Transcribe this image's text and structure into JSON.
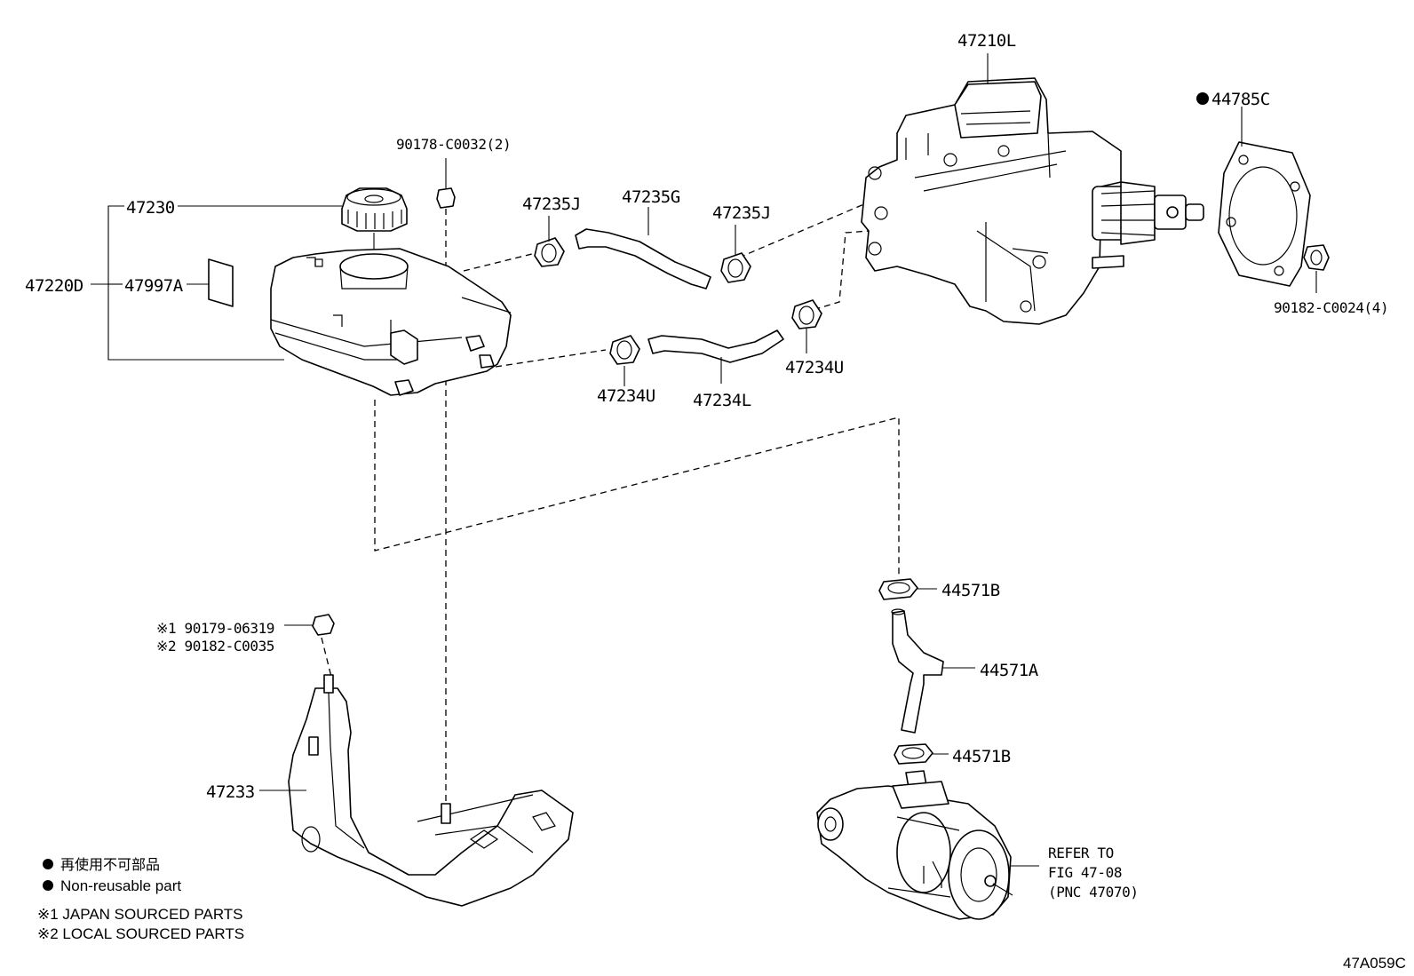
{
  "labels": {
    "p47210L": "47210L",
    "p44785C": "44785C",
    "p90178": "90178-C0032(2)",
    "p47230": "47230",
    "p47220D": "47220D",
    "p47997A": "47997A",
    "p47235J_left": "47235J",
    "p47235G": "47235G",
    "p47235J_right": "47235J",
    "p47234U_left": "47234U",
    "p47234L": "47234L",
    "p47234U_right": "47234U",
    "p90182_C0024": "90182-C0024(4)",
    "p44571B_top": "44571B",
    "p44571A": "44571A",
    "p44571B_bottom": "44571B",
    "p90179_line": "※1 90179-06319",
    "p90182_C0035_line": "※2 90182-C0035",
    "p47233": "47233",
    "refer_line1": "REFER TO",
    "refer_line2": "FIG 47-08",
    "refer_line3": "(PNC 47070)"
  },
  "legend": {
    "non_reusable_jp": "再使用不可部品",
    "non_reusable_en": "Non-reusable part",
    "note1": "※1 JAPAN SOURCED PARTS",
    "note2": "※2 LOCAL SOURCED PARTS"
  },
  "figure_id": "47A059C"
}
